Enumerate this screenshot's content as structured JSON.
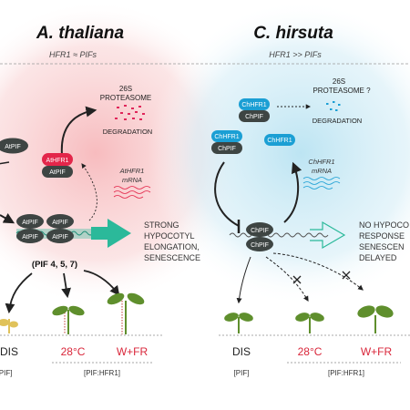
{
  "left_panel": {
    "species": "A. thaliana",
    "relation": "HFR1 ≈ PIFs",
    "proteasome": [
      "26S",
      "PROTEASOME"
    ],
    "degradation": "DEGRADATION",
    "pif_label": "AtPIF",
    "hfr1_label": "AtHFR1",
    "mrna": [
      "AtHFR1",
      "mRNA"
    ],
    "response": [
      "STRONG",
      "HYPOCOTYL",
      "ELONGATION,",
      "SENESCENCE"
    ],
    "pif_group": "(PIF 4, 5, 7)",
    "conditions": [
      {
        "label": "DIS",
        "color": "#222222"
      },
      {
        "label": "28°C",
        "color": "#d9263a"
      },
      {
        "label": "W+FR",
        "color": "#d9263a"
      }
    ],
    "bottom_left": "[PIF]",
    "bottom_right": "[PIF:HFR1]"
  },
  "right_panel": {
    "species": "C. hirsuta",
    "relation": "HFR1 >> PIFs",
    "proteasome": [
      "26S",
      "PROTEASOME ?"
    ],
    "degradation": "DEGRADATION",
    "pif_label": "ChPIF",
    "hfr1_label": "ChHFR1",
    "mrna": [
      "ChHFR1",
      "mRNA"
    ],
    "response": [
      "NO HYPOCO",
      "RESPONSE",
      "SENESCEN",
      "DELAYED"
    ],
    "conditions": [
      {
        "label": "DIS",
        "color": "#222222"
      },
      {
        "label": "28°C",
        "color": "#d9263a"
      },
      {
        "label": "W+FR",
        "color": "#d9263a"
      }
    ],
    "bottom_left": "[PIF]",
    "bottom_right": "[PIF:HFR1]"
  },
  "colors": {
    "pink_halo": "#f7b8bb",
    "blue_halo": "#b9e3f2",
    "dark_protein": "#3e4543",
    "hfr1_red": "#e3264a",
    "hfr1_blue": "#1b9fd4",
    "teal_arrow": "#2bb99a",
    "dots_pink": "#e0265a",
    "dots_blue": "#1b9fd4",
    "plant_green": "#5f8f2d",
    "plant_yellow": "#e0c25a",
    "stem_red": "#c23b35"
  }
}
